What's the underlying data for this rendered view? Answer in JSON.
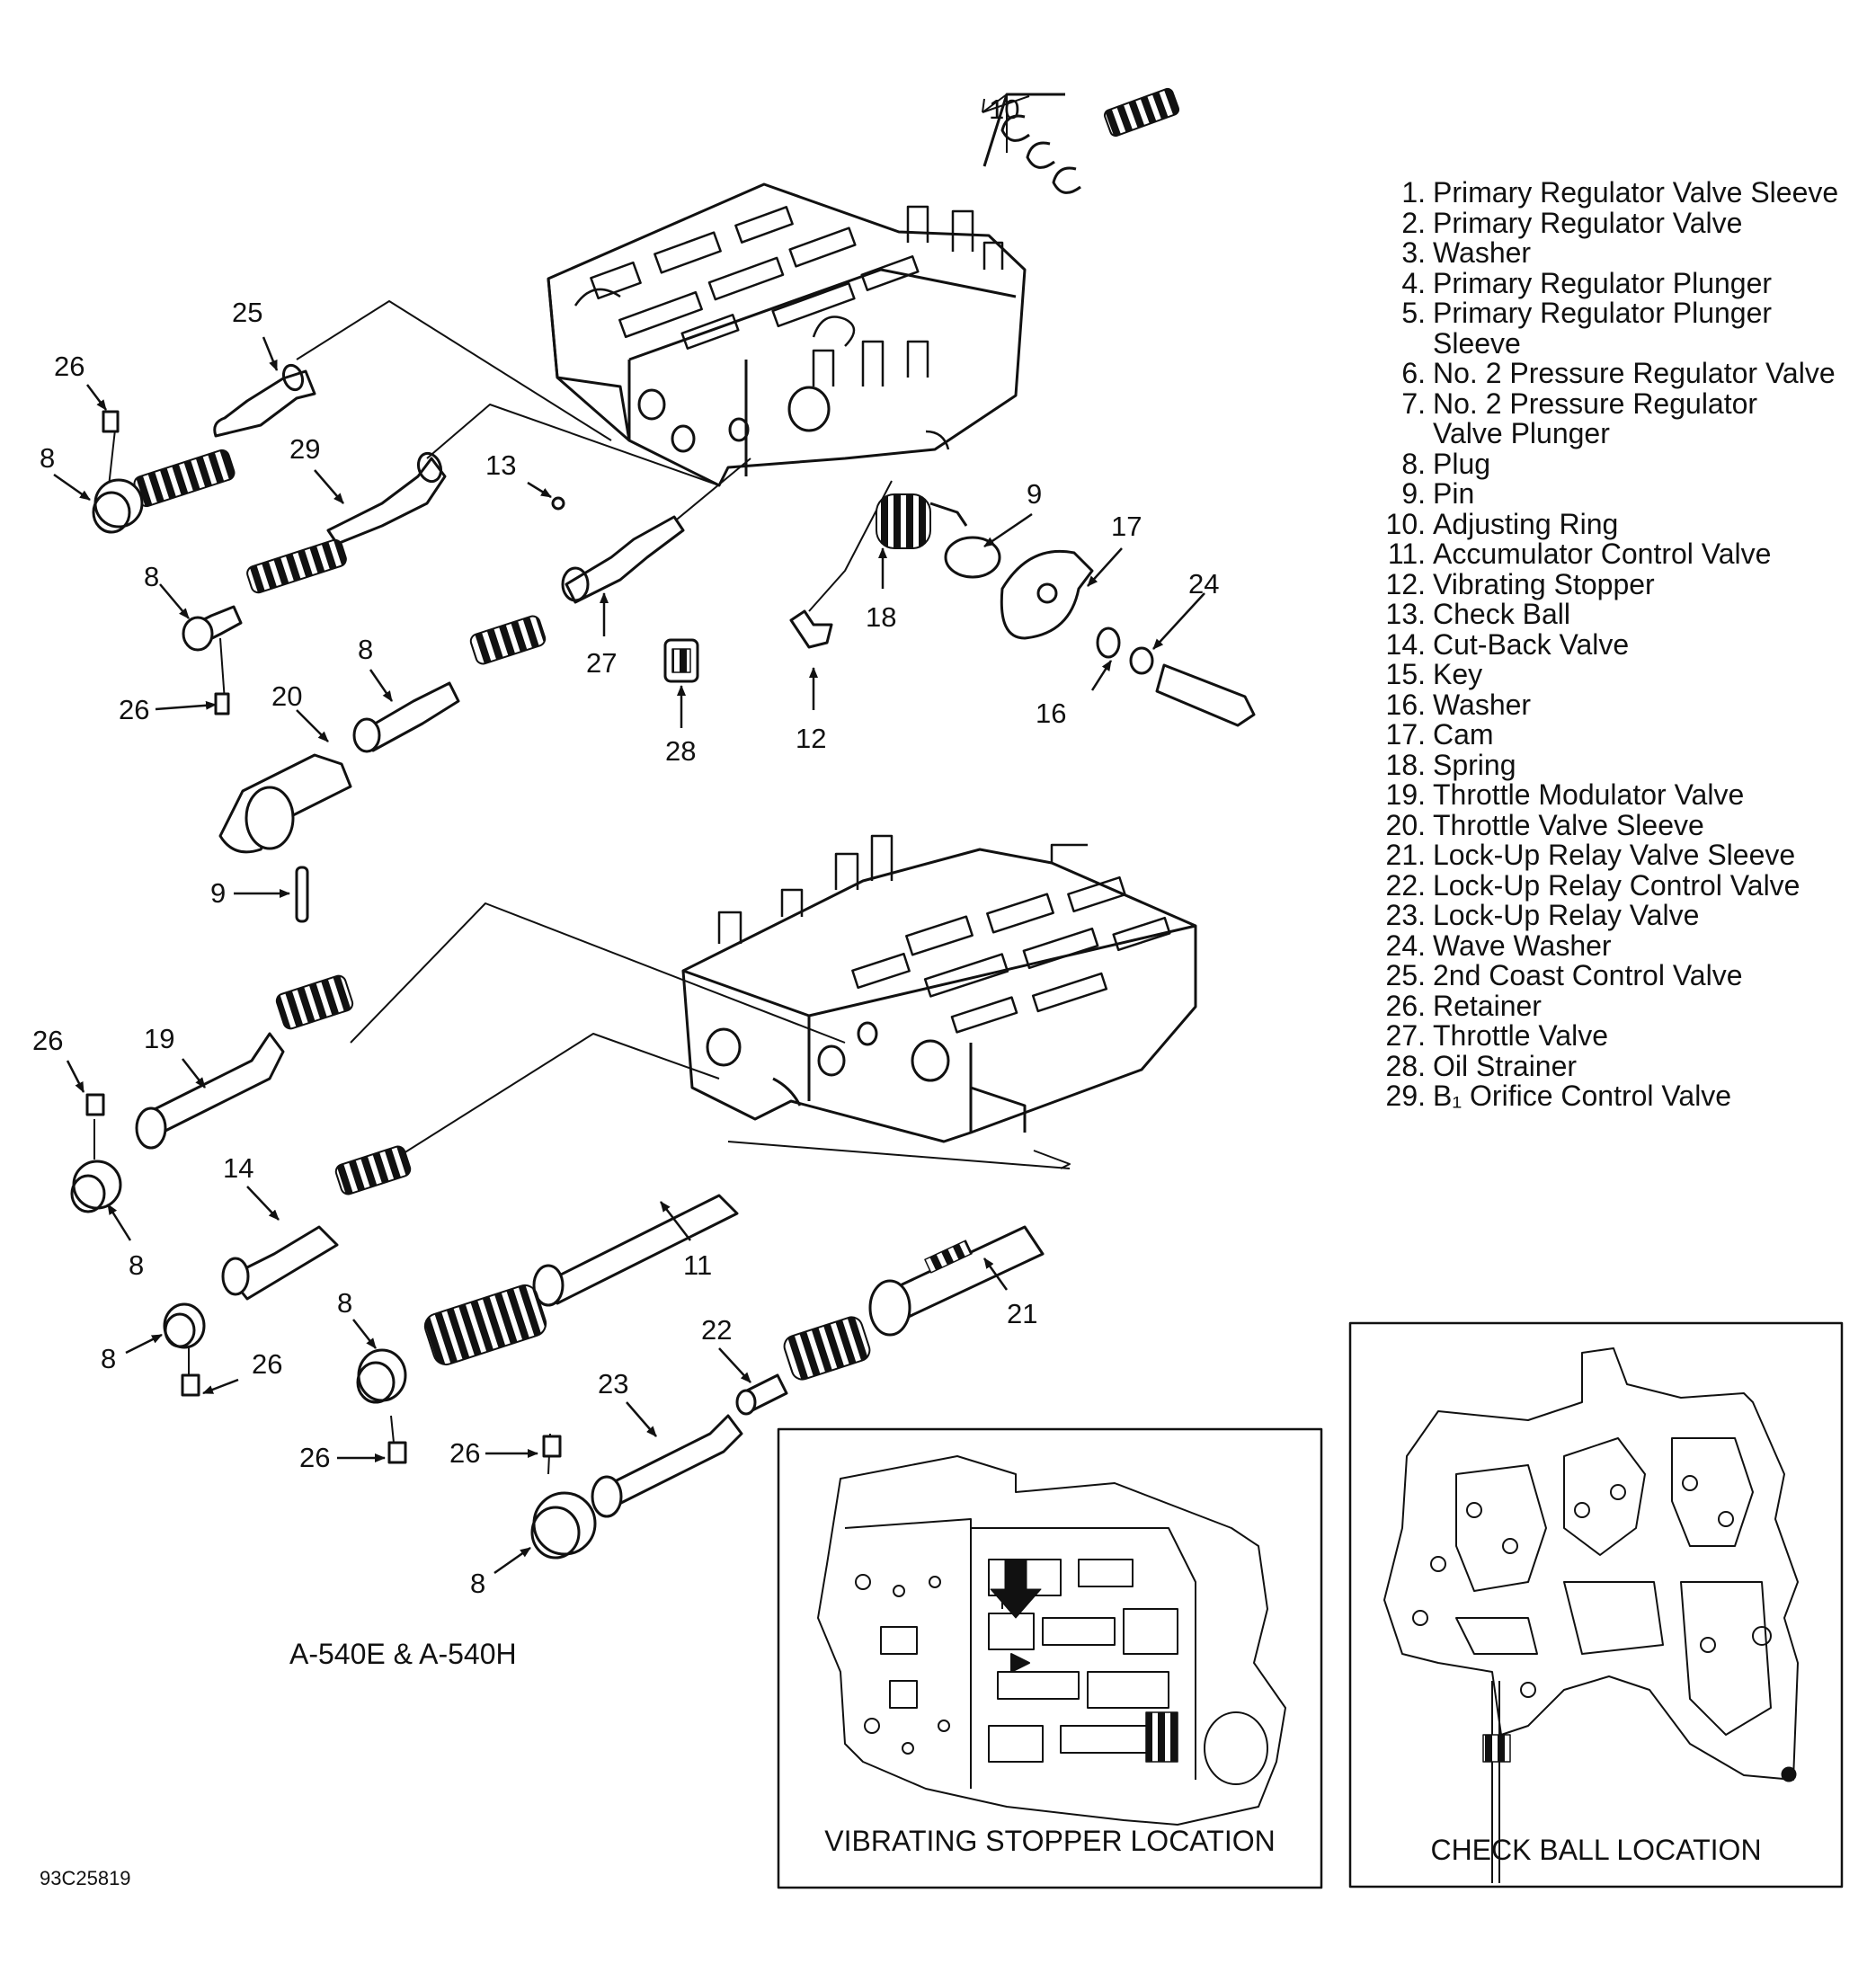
{
  "legend": {
    "items": [
      {
        "num": "1.",
        "text": "Primary Regulator Valve Sleeve"
      },
      {
        "num": "2.",
        "text": "Primary Regulator Valve"
      },
      {
        "num": "3.",
        "text": "Washer"
      },
      {
        "num": "4.",
        "text": "Primary Regulator Plunger"
      },
      {
        "num": "5.",
        "text": "Primary Regulator Plunger",
        "cont": "Sleeve"
      },
      {
        "num": "6.",
        "text": "No. 2 Pressure Regulator Valve"
      },
      {
        "num": "7.",
        "text": "No. 2 Pressure Regulator",
        "cont": "Valve Plunger"
      },
      {
        "num": "8.",
        "text": "Plug"
      },
      {
        "num": "9.",
        "text": "Pin"
      },
      {
        "num": "10.",
        "text": "Adjusting Ring"
      },
      {
        "num": "11.",
        "text": "Accumulator Control Valve"
      },
      {
        "num": "12.",
        "text": "Vibrating Stopper"
      },
      {
        "num": "13.",
        "text": "Check Ball"
      },
      {
        "num": "14.",
        "text": "Cut-Back Valve"
      },
      {
        "num": "15.",
        "text": "Key"
      },
      {
        "num": "16.",
        "text": "Washer"
      },
      {
        "num": "17.",
        "text": "Cam"
      },
      {
        "num": "18.",
        "text": "Spring"
      },
      {
        "num": "19.",
        "text": "Throttle Modulator Valve"
      },
      {
        "num": "20.",
        "text": "Throttle Valve Sleeve"
      },
      {
        "num": "21.",
        "text": "Lock-Up Relay Valve Sleeve"
      },
      {
        "num": "22.",
        "text": "Lock-Up Relay Control Valve"
      },
      {
        "num": "23.",
        "text": "Lock-Up Relay Valve"
      },
      {
        "num": "24.",
        "text": "Wave Washer"
      },
      {
        "num": "25.",
        "text": "2nd Coast Control Valve"
      },
      {
        "num": "26.",
        "text": "Retainer"
      },
      {
        "num": "27.",
        "text": "Throttle Valve"
      },
      {
        "num": "28.",
        "text": "Oil Strainer"
      },
      {
        "num": "29.",
        "text": "B₁ Orifice Control Valve"
      }
    ]
  },
  "callouts": {
    "c10": "10",
    "c25": "25",
    "c26a": "26",
    "c8a": "8",
    "c29": "29",
    "c13": "13",
    "c9a": "9",
    "c17": "17",
    "c24": "24",
    "c8b": "8",
    "c18": "18",
    "c27": "27",
    "c26b": "26",
    "c8c": "8",
    "c20": "20",
    "c16": "16",
    "c28": "28",
    "c12": "12",
    "c9b": "9",
    "c26c": "26",
    "c19": "19",
    "c14": "14",
    "c8d": "8",
    "c11": "11",
    "c21": "21",
    "c8e": "8",
    "c26d": "26",
    "c8f": "8",
    "c22": "22",
    "c23": "23",
    "c26e": "26",
    "c26f": "26",
    "c8g": "8"
  },
  "panels": {
    "vibrating_stopper": "VIBRATING STOPPER LOCATION",
    "check_ball": "CHECK BALL LOCATION"
  },
  "model_label": "A-540E & A-540H",
  "figure_code": "93C25819"
}
